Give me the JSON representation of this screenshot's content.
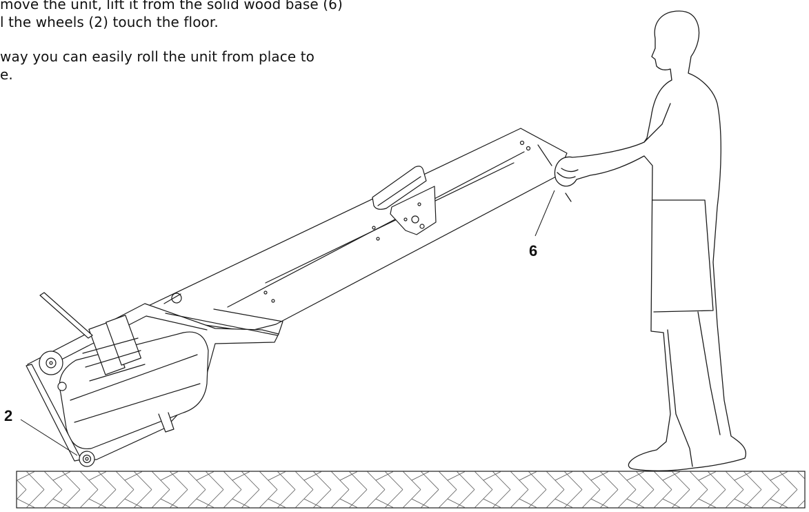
{
  "instructions": {
    "line1": "move the unit, lift it from the solid wood base (6)",
    "line2": "l the wheels (2) touch the floor.",
    "line3": "way you can easily roll the unit from place to",
    "line4": "e."
  },
  "callouts": {
    "handle_base": "6",
    "wheels": "2"
  },
  "colors": {
    "ink": "#1a1a1a",
    "paper": "#ffffff"
  }
}
